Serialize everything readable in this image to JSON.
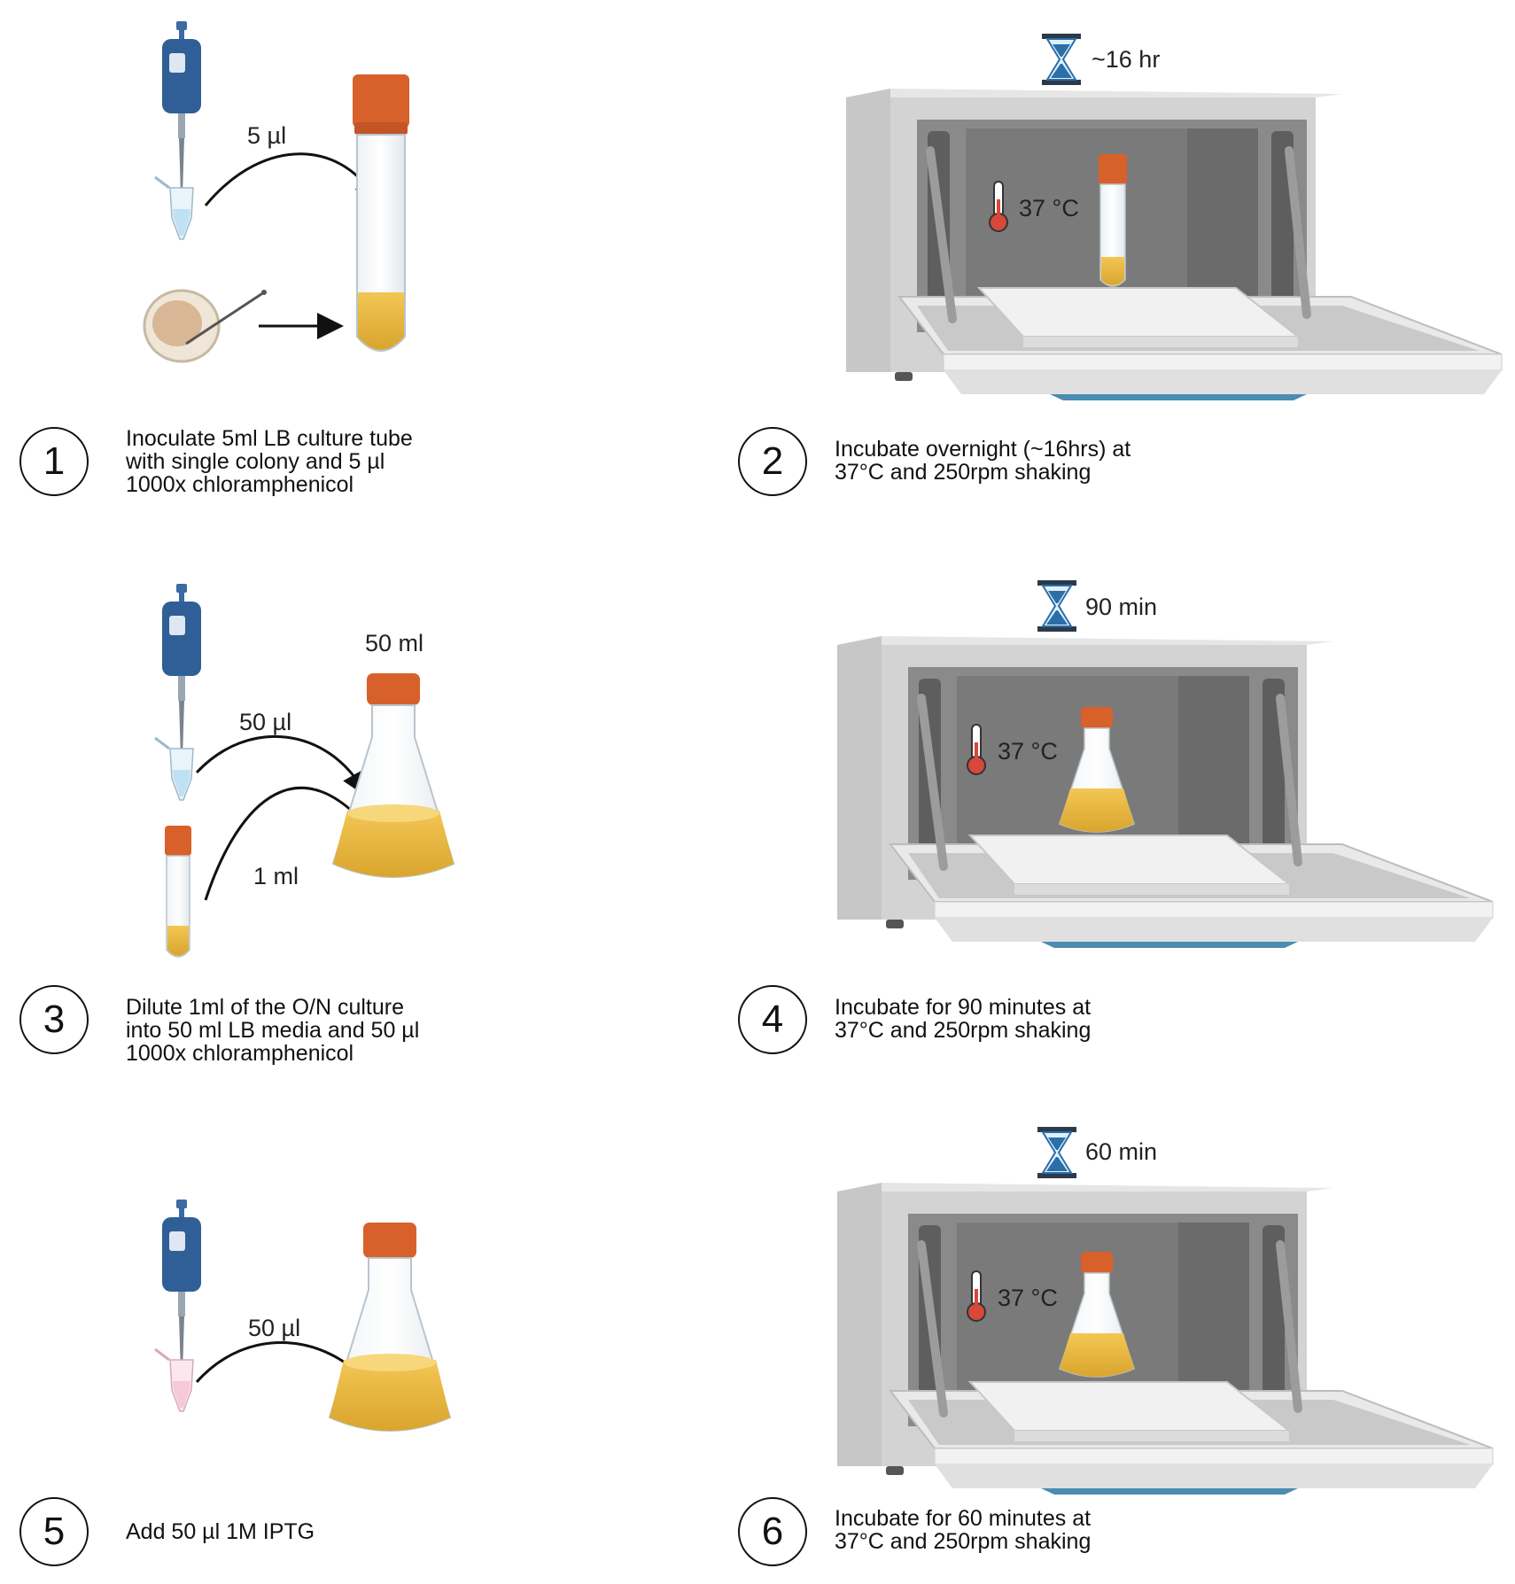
{
  "steps": [
    {
      "number": "1",
      "lines": [
        "Inoculate 5ml LB culture tube",
        "with single colony and 5 µl",
        "1000x chloramphenicol"
      ]
    },
    {
      "number": "2",
      "lines": [
        "Incubate overnight (~16hrs) at",
        "37°C and 250rpm shaking"
      ]
    },
    {
      "number": "3",
      "lines": [
        "Dilute 1ml of the O/N culture",
        "into 50 ml LB media and 50 µl",
        "1000x chloramphenicol"
      ]
    },
    {
      "number": "4",
      "lines": [
        "Incubate for 90 minutes at",
        "37°C and 250rpm shaking"
      ]
    },
    {
      "number": "5",
      "lines": [
        "Add 50 µl 1M IPTG"
      ]
    },
    {
      "number": "6",
      "lines": [
        "Incubate for 60 minutes at",
        "37°C and 250rpm shaking"
      ]
    }
  ],
  "labels": {
    "step1_volume": "5 µl",
    "step3_pipette_volume": "50 µl",
    "step3_culture_volume": "1 ml",
    "step3_flask_volume": "50 ml",
    "step5_volume": "50 µl"
  },
  "incubators": [
    {
      "time": "~16 hr",
      "temperature": "37 °C"
    },
    {
      "time": "90 min",
      "temperature": "37 °C"
    },
    {
      "time": "60 min",
      "temperature": "37 °C"
    }
  ],
  "colors": {
    "pipette_blue": "#2f5f96",
    "cap_orange": "#d8612b",
    "media_yellow": "#e7b53f",
    "incubator_gray": "#d9d9d9",
    "hourglass_blue": "#2b6ea8",
    "thermometer_red": "#d6483a"
  }
}
